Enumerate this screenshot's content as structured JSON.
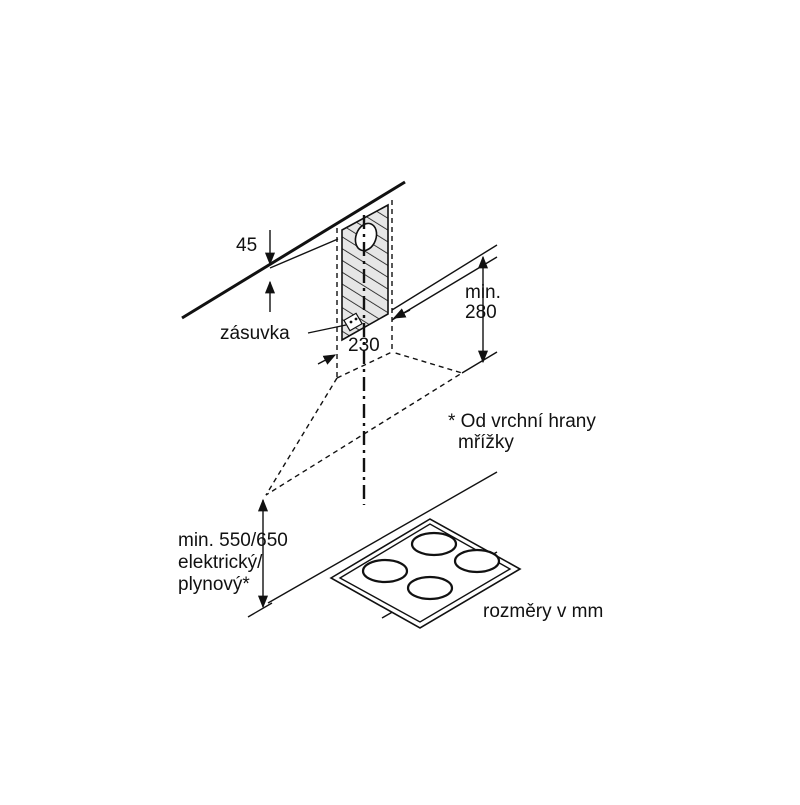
{
  "labels": {
    "dim_45": "45",
    "socket": "zásuvka",
    "dim_230": "230",
    "min_280_line1": "min.",
    "min_280_line2": "280",
    "note_line1": "* Od vrchní hrany",
    "note_line2": "mřížky",
    "min_550_line1": "min. 550/650",
    "min_550_line2": "elektrický/",
    "min_550_line3": "plynový*",
    "units": "rozměry v mm"
  },
  "colors": {
    "ink": "#111111",
    "hatch_fill": "#dcdcdc",
    "background": "#ffffff"
  }
}
